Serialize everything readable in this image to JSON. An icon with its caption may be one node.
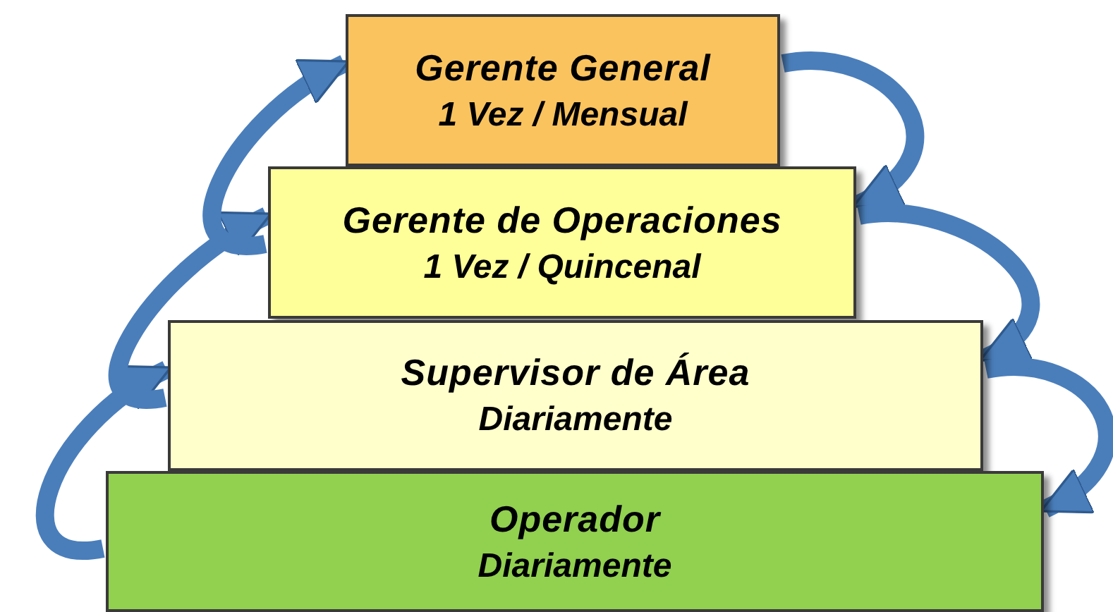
{
  "diagram": {
    "nodes": [
      {
        "text": [
          "Gerente General",
          "1 Vez / Mensual"
        ]
      },
      {
        "text": [
          "Gerente de Operaciones",
          "1 Vez / Quincenal"
        ]
      },
      {
        "text": [
          "Supervisor de Área",
          "Diariamente"
        ]
      },
      {
        "text": [
          "Operador",
          "Diariamente"
        ]
      }
    ],
    "edges": [
      {
        "from": 0,
        "to": 1,
        "arrow": "to"
      },
      {
        "from": 1,
        "to": 2,
        "arrow": "to"
      },
      {
        "from": 2,
        "to": 3,
        "arrow": "to"
      },
      {
        "from": 3,
        "to": 2,
        "arrow": "to"
      },
      {
        "from": 2,
        "to": 1,
        "arrow": "to"
      },
      {
        "from": 1,
        "to": 0,
        "arrow": "to"
      }
    ]
  }
}
